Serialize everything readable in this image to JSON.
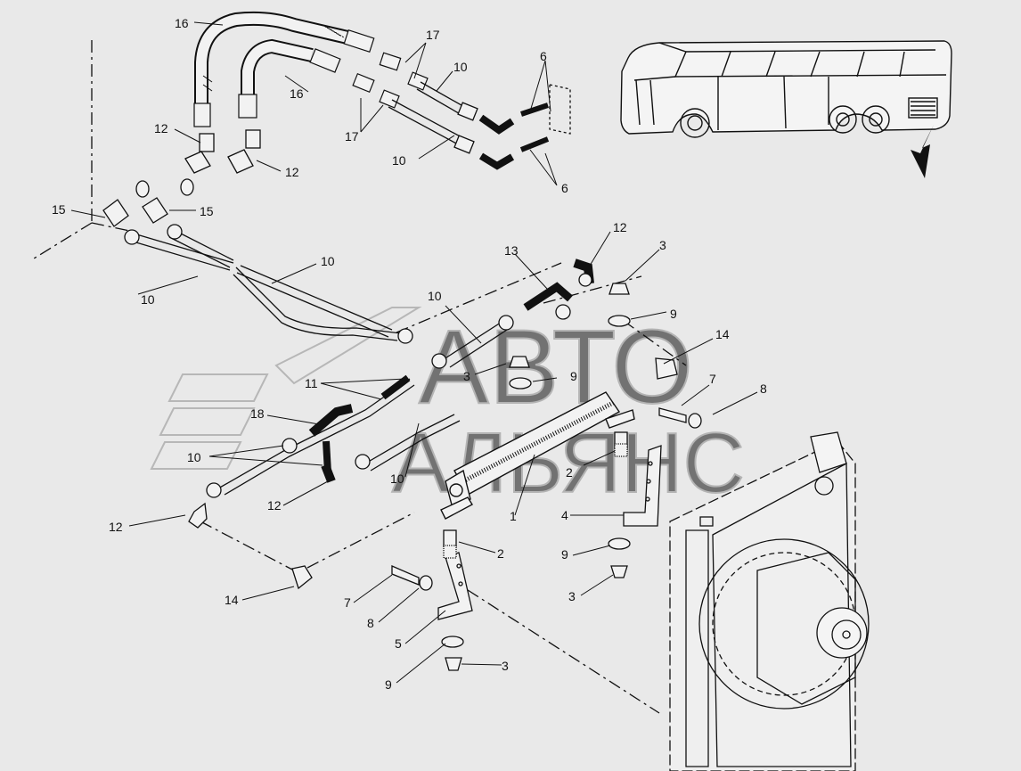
{
  "diagram": {
    "colors": {
      "background": "#e9e9e9",
      "line": "#111111",
      "watermark": "#9a9a9a"
    },
    "watermark": {
      "line1": "АВТО",
      "line2": "АЛЬЯНС"
    },
    "callouts": [
      {
        "id": "c16a",
        "text": "16"
      },
      {
        "id": "c16b",
        "text": "16"
      },
      {
        "id": "c17a",
        "text": "17"
      },
      {
        "id": "c17b",
        "text": "17"
      },
      {
        "id": "c10a",
        "text": "10"
      },
      {
        "id": "c10b",
        "text": "10"
      },
      {
        "id": "c6a",
        "text": "6"
      },
      {
        "id": "c6b",
        "text": "6"
      },
      {
        "id": "c12a",
        "text": "12"
      },
      {
        "id": "c12b",
        "text": "12"
      },
      {
        "id": "c15a",
        "text": "15"
      },
      {
        "id": "c15b",
        "text": "15"
      },
      {
        "id": "c10c",
        "text": "10"
      },
      {
        "id": "c10d",
        "text": "10"
      },
      {
        "id": "c12c",
        "text": "12"
      },
      {
        "id": "c13",
        "text": "13"
      },
      {
        "id": "c3a",
        "text": "3"
      },
      {
        "id": "c10e",
        "text": "10"
      },
      {
        "id": "c9a",
        "text": "9"
      },
      {
        "id": "c14a",
        "text": "14"
      },
      {
        "id": "c3b",
        "text": "3"
      },
      {
        "id": "c9b",
        "text": "9"
      },
      {
        "id": "c7a",
        "text": "7"
      },
      {
        "id": "c8a",
        "text": "8"
      },
      {
        "id": "c11",
        "text": "11"
      },
      {
        "id": "c18",
        "text": "18"
      },
      {
        "id": "c10f",
        "text": "10"
      },
      {
        "id": "c10g",
        "text": "10"
      },
      {
        "id": "c2a",
        "text": "2"
      },
      {
        "id": "c12d",
        "text": "12"
      },
      {
        "id": "c1",
        "text": "1"
      },
      {
        "id": "c4",
        "text": "4"
      },
      {
        "id": "c12e",
        "text": "12"
      },
      {
        "id": "c2b",
        "text": "2"
      },
      {
        "id": "c9c",
        "text": "9"
      },
      {
        "id": "c3c",
        "text": "3"
      },
      {
        "id": "c14b",
        "text": "14"
      },
      {
        "id": "c7b",
        "text": "7"
      },
      {
        "id": "c8b",
        "text": "8"
      },
      {
        "id": "c5",
        "text": "5"
      },
      {
        "id": "c9d",
        "text": "9"
      },
      {
        "id": "c3d",
        "text": "3"
      }
    ]
  }
}
